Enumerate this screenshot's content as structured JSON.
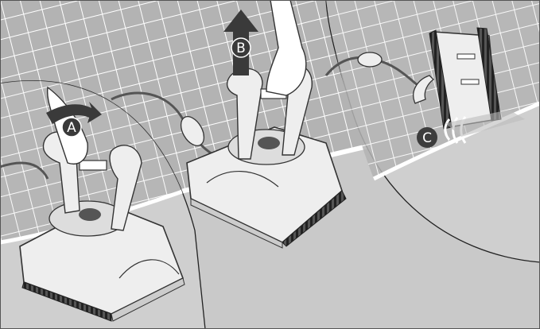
{
  "steps": {
    "a": {
      "label": "A",
      "marker_style": "circle-outline",
      "arrow": "rotate-handle"
    },
    "b": {
      "label": "B",
      "marker_style": "circle-outline",
      "arrow": "lift-up"
    },
    "c": {
      "label": "C",
      "marker_style": "circle-filled",
      "arrow": "motion-lines"
    }
  },
  "colors": {
    "pool_floor": "#c9c9c9",
    "pool_wall": "#b3b3b3",
    "tile_grid": "#ffffff",
    "robot_body": "#eeeeee",
    "robot_outline": "#333333",
    "arrow_fill": "#3a3a3a",
    "marker_fill": "#3d3d3d"
  }
}
